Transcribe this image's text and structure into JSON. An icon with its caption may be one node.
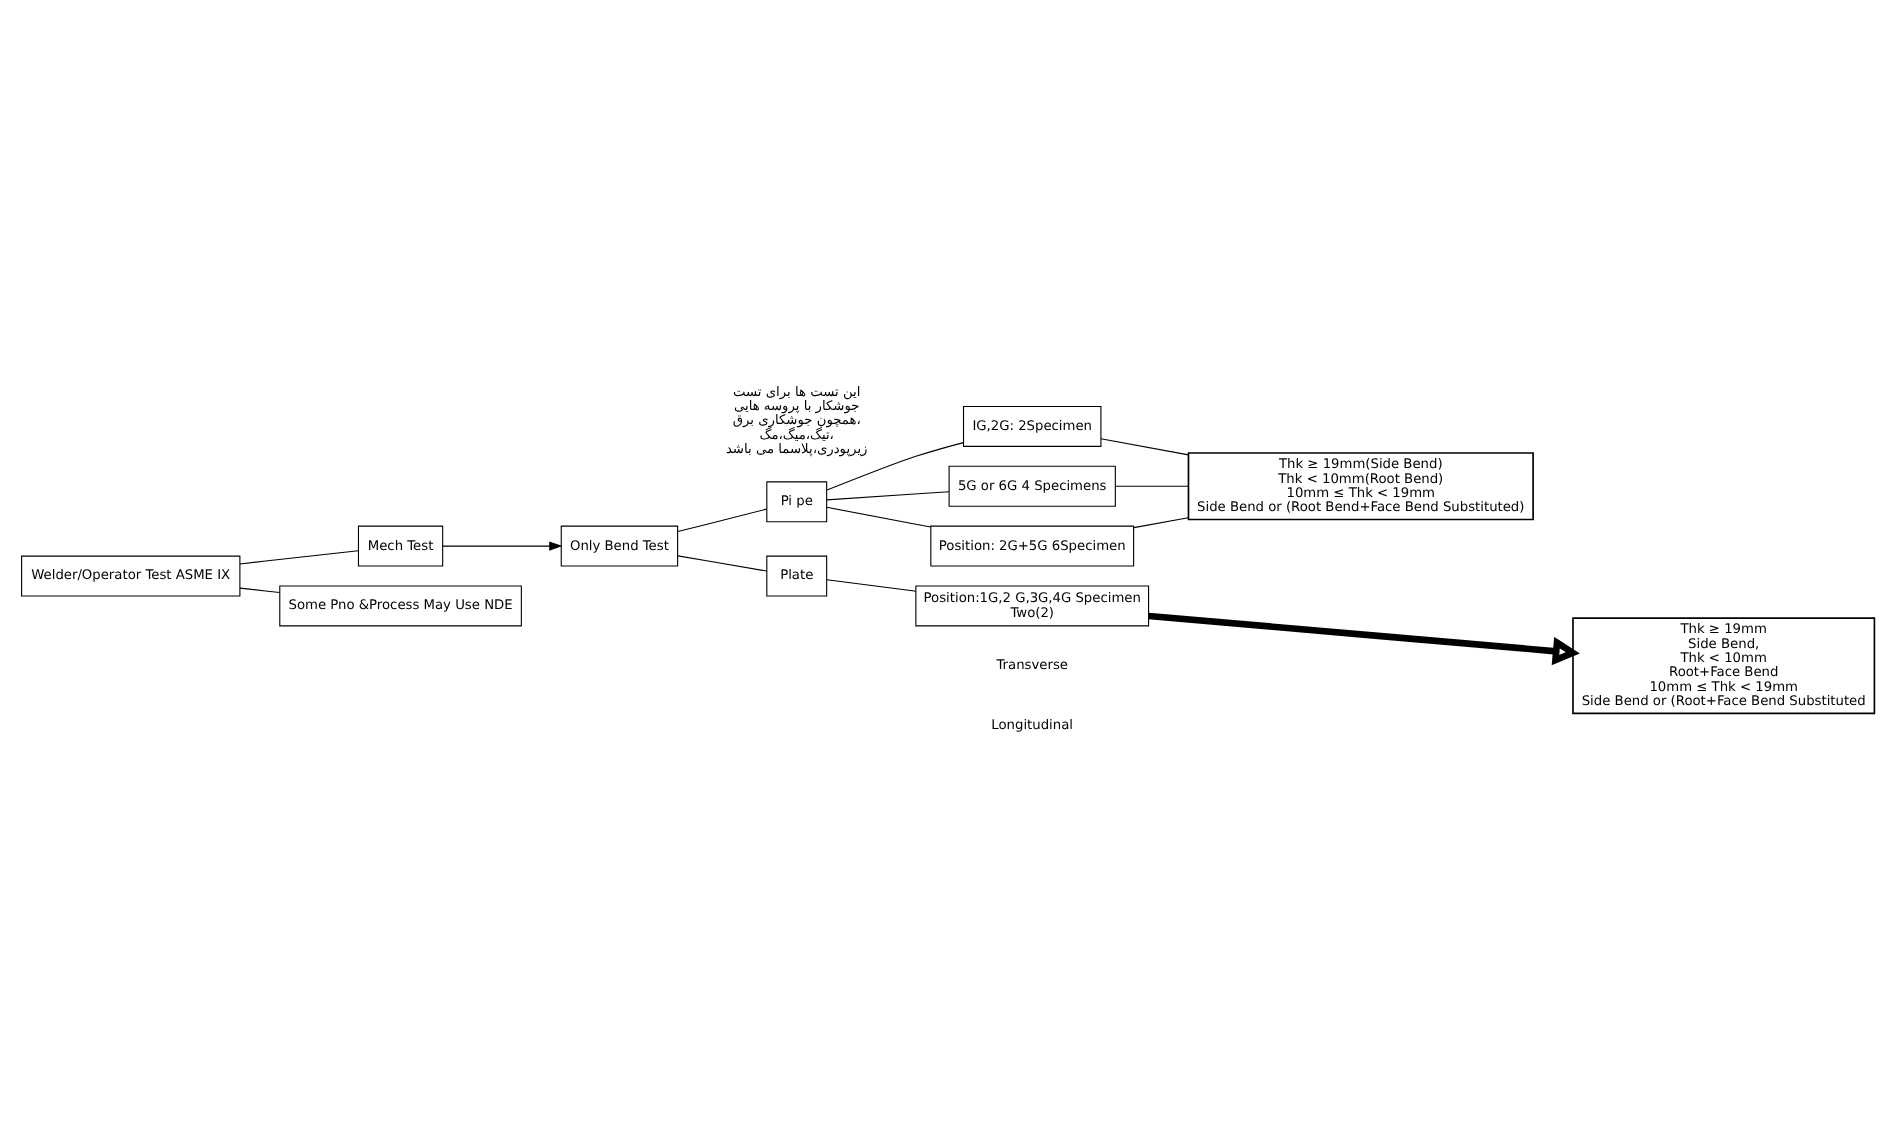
{
  "diagram": {
    "nodes": [
      {
        "text": [
          "Welder/Operator Test ASME IX"
        ]
      },
      {
        "text": [
          "Mech Test"
        ]
      },
      {
        "text": [
          "Only Bend Test"
        ]
      },
      {
        "text": [
          "Some Pno &Process May Use NDE"
        ]
      },
      {
        "text": [
          "Pi pe"
        ]
      },
      {
        "text": [
          "IG,2G: 2Specimen"
        ]
      },
      {
        "text": [
          "5G or 6G 4 Specimens"
        ]
      },
      {
        "text": [
          "Position: 2G+5G 6Specimen"
        ]
      },
      {
        "text": [
          "Thk ≥ 19mm(Side Bend)",
          "Thk < 10mm(Root Bend)",
          "10mm ≤ Thk < 19mm",
          "Side Bend or (Root Bend+Face Bend Substituted)"
        ]
      },
      {
        "text": [
          "Plate"
        ]
      },
      {
        "text": [
          "Position:1G,2 G,3G,4G Specimen",
          "Two(2)"
        ]
      },
      {
        "text": [
          "Thk ≥ 19mm",
          "Side Bend,",
          "Thk < 10mm",
          "Root+Face Bend",
          "10mm ≤ Thk < 19mm",
          "Side Bend or (Root+Face Bend Substituted"
        ]
      }
    ],
    "edges": [
      {
        "from": 0,
        "to": 1,
        "arrow": "none"
      },
      {
        "from": 0,
        "to": 3,
        "arrow": "none"
      },
      {
        "from": 1,
        "to": 2,
        "arrow": "to"
      },
      {
        "from": 2,
        "to": 4,
        "arrow": "none"
      },
      {
        "from": 2,
        "to": 9,
        "arrow": "none"
      },
      {
        "from": 4,
        "to": 5,
        "arrow": "none"
      },
      {
        "from": 4,
        "to": 6,
        "arrow": "none"
      },
      {
        "from": 4,
        "to": 7,
        "arrow": "none"
      },
      {
        "from": 5,
        "to": 8,
        "arrow": "none"
      },
      {
        "from": 6,
        "to": 8,
        "arrow": "none"
      },
      {
        "from": 7,
        "to": 8,
        "arrow": "none"
      },
      {
        "from": 9,
        "to": 10,
        "arrow": "none"
      },
      {
        "from": 10,
        "to": 11,
        "arrow": "to",
        "style": "thick"
      }
    ],
    "labels": [
      "این تست ها برای تست جوشکار با پروسه هایی همچون جوشکاری برق، تیگ،میگ،مگ، زیرپودری،پلاسما می باشد",
      "Transverse",
      "Longitudinal"
    ]
  }
}
